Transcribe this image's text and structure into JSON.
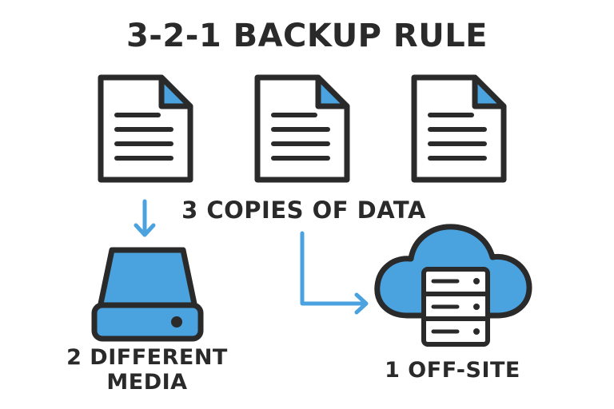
{
  "title": "3-2-1 BACKUP RULE",
  "copies_label": "3 COPIES OF DATA",
  "media_label": {
    "line1": "2 DIFFERENT",
    "line2": "MEDIA"
  },
  "offsite_label": "1 OFF-SITE",
  "icons": {
    "documents": [
      "document-icon",
      "document-icon",
      "document-icon"
    ],
    "media": "hard-drive-icon",
    "offsite": "cloud-server-icon",
    "arrows": [
      "arrow-down-icon",
      "arrow-elbow-right-icon"
    ]
  },
  "colors": {
    "accent": "#4aa3df",
    "stroke": "#2a2a2a",
    "text": "#2a2a2a",
    "background": "#ffffff"
  }
}
